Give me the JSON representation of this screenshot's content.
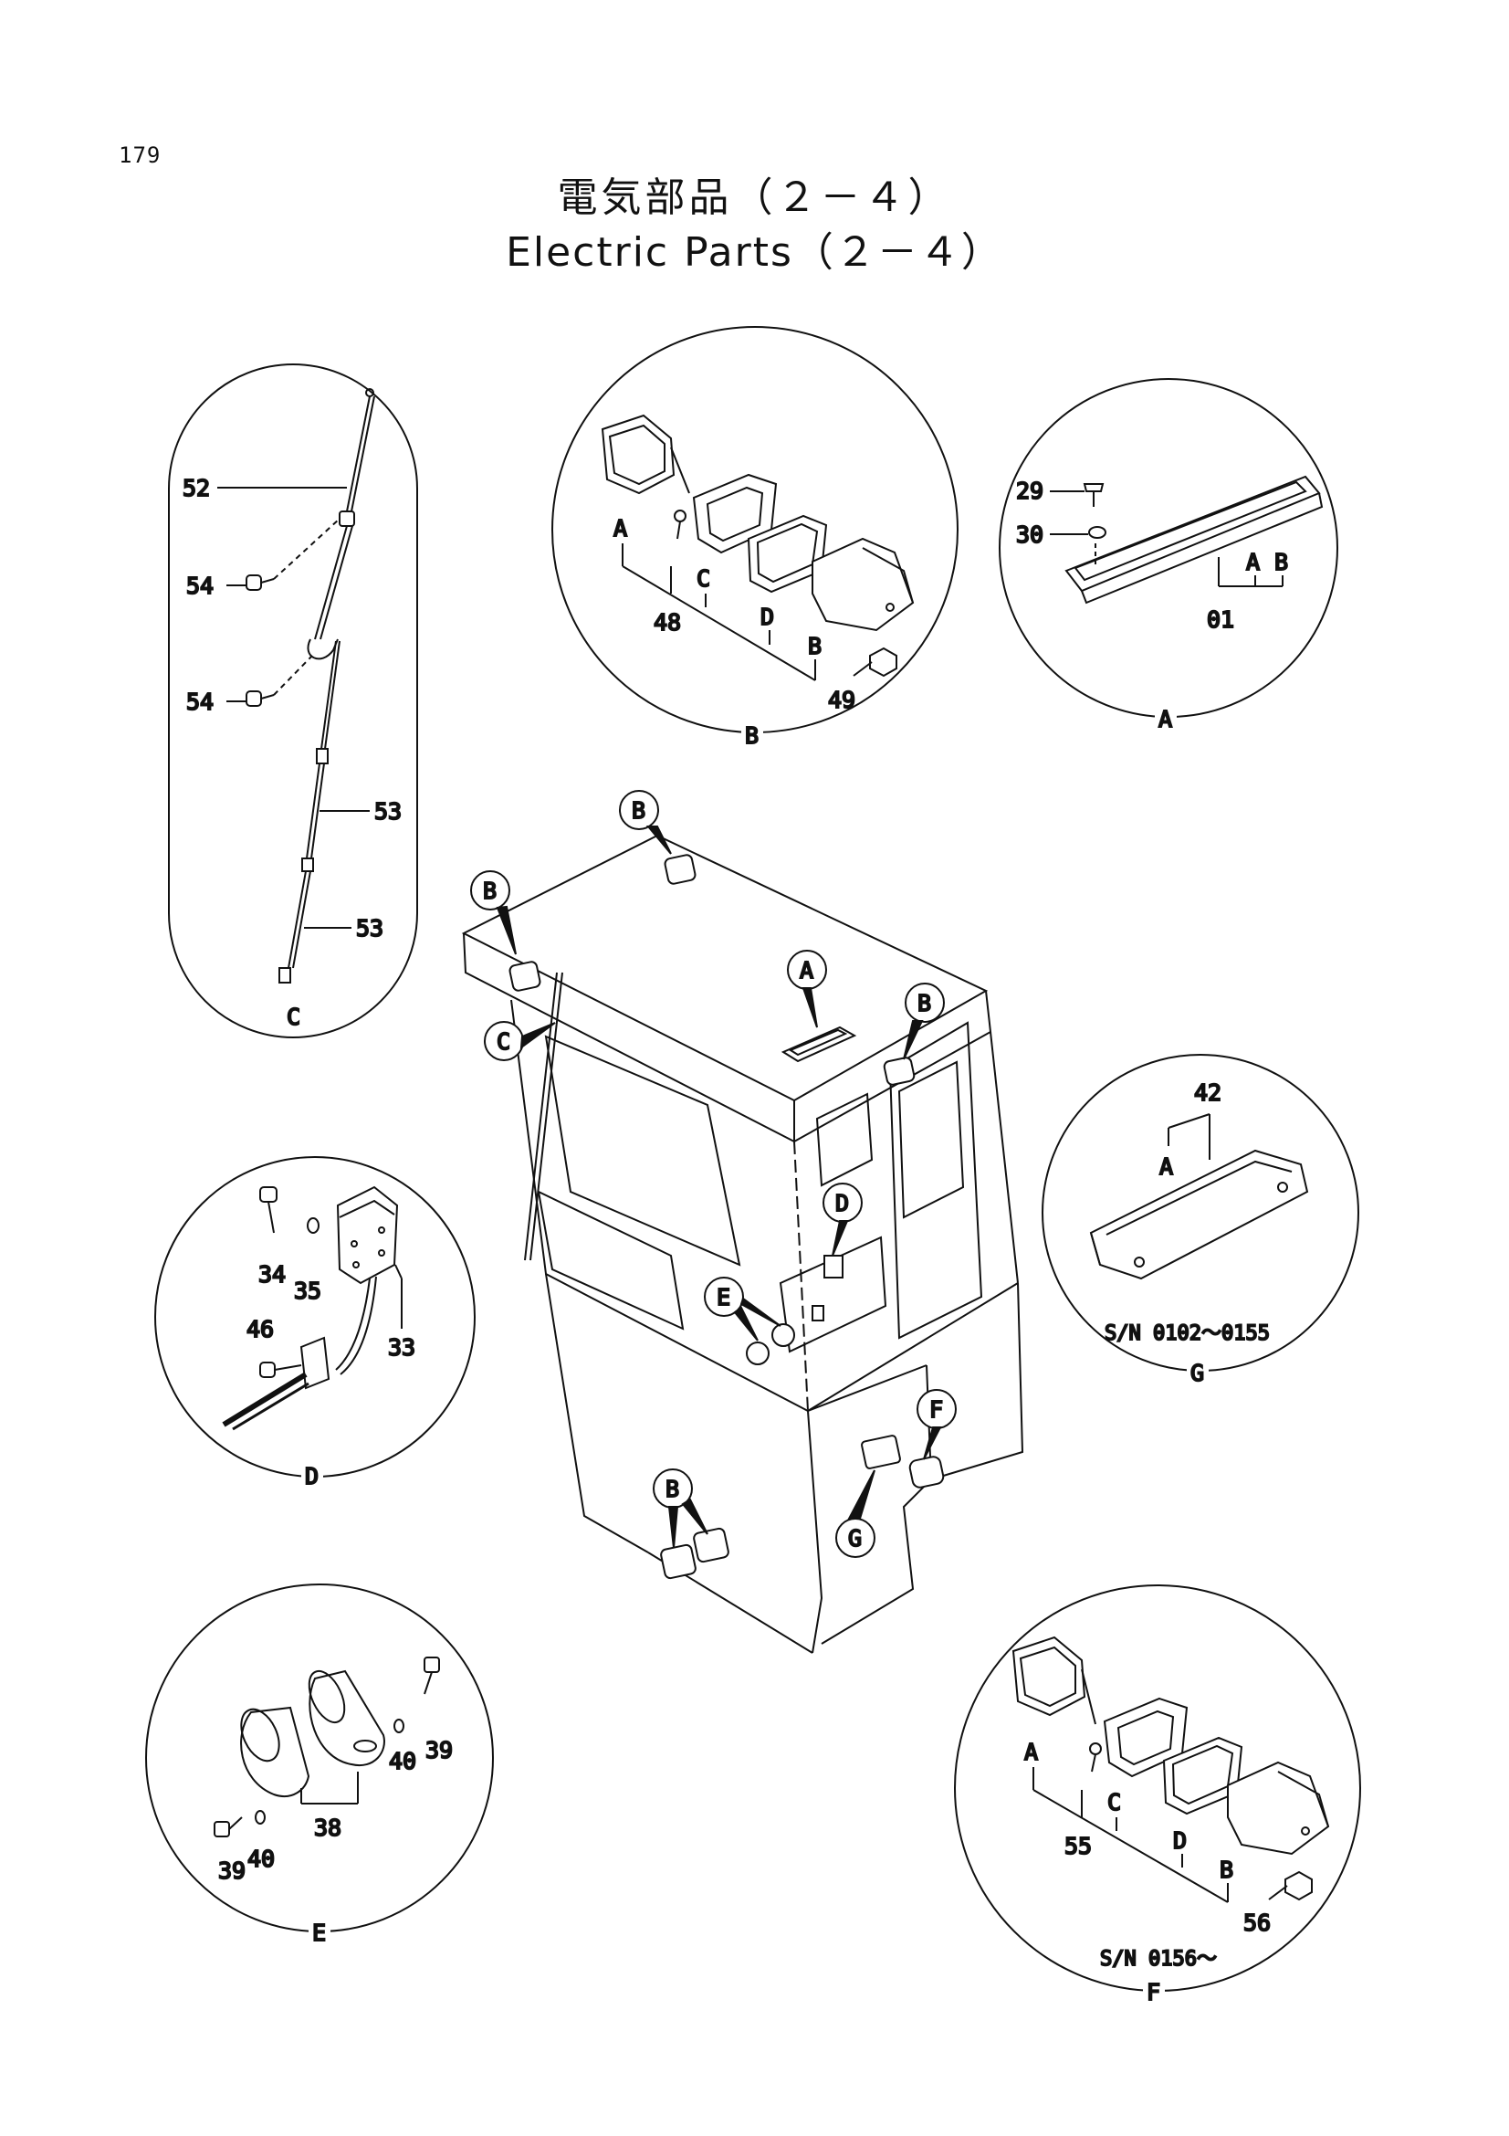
{
  "page_number": "179",
  "title_jp": "電気部品（２－４）",
  "title_en": "Electric Parts（２－４）",
  "detail_letters": {
    "A": "A",
    "B": "B",
    "C": "C",
    "D": "D",
    "E": "E",
    "F": "F",
    "G": "G"
  },
  "part_numbers": {
    "p01": "01",
    "p29": "29",
    "p30": "30",
    "p33": "33",
    "p34": "34",
    "p35": "35",
    "p38": "38",
    "p39": "39",
    "p40": "40",
    "p42": "42",
    "p46": "46",
    "p48": "48",
    "p49": "49",
    "p52": "52",
    "p53": "53",
    "p54": "54",
    "p55": "55",
    "p56": "56"
  },
  "serials": {
    "G": "S/N 0102～0155",
    "F": "S/N 0156～"
  },
  "colors": {
    "ink": "#111111",
    "paper": "#ffffff"
  }
}
